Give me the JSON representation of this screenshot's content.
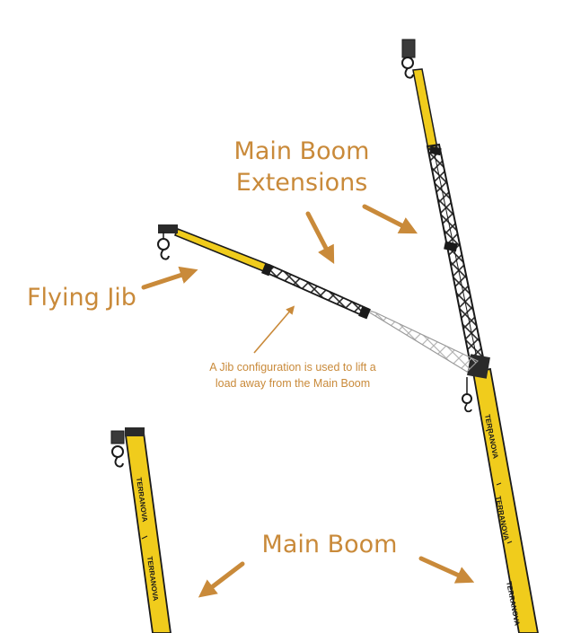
{
  "colors": {
    "accent": "#c98a3a",
    "boom_yellow": "#f0cc1c",
    "lattice_dark": "#2a2a2a",
    "lattice_light": "#c8c8c8",
    "outline": "#1a1a1a"
  },
  "labels": {
    "main_boom_extensions_line1": "Main Boom",
    "main_boom_extensions_line2": "Extensions",
    "flying_jib": "Flying Jib",
    "main_boom": "Main Boom",
    "jib_note_line1": "A Jib configuration is used to lift a",
    "jib_note_line2": "load away from the Main Boom"
  },
  "brand": {
    "name": "TERRANOVA"
  },
  "icons": [
    "arrow-icon",
    "hook-block-icon",
    "sheave-icon"
  ]
}
